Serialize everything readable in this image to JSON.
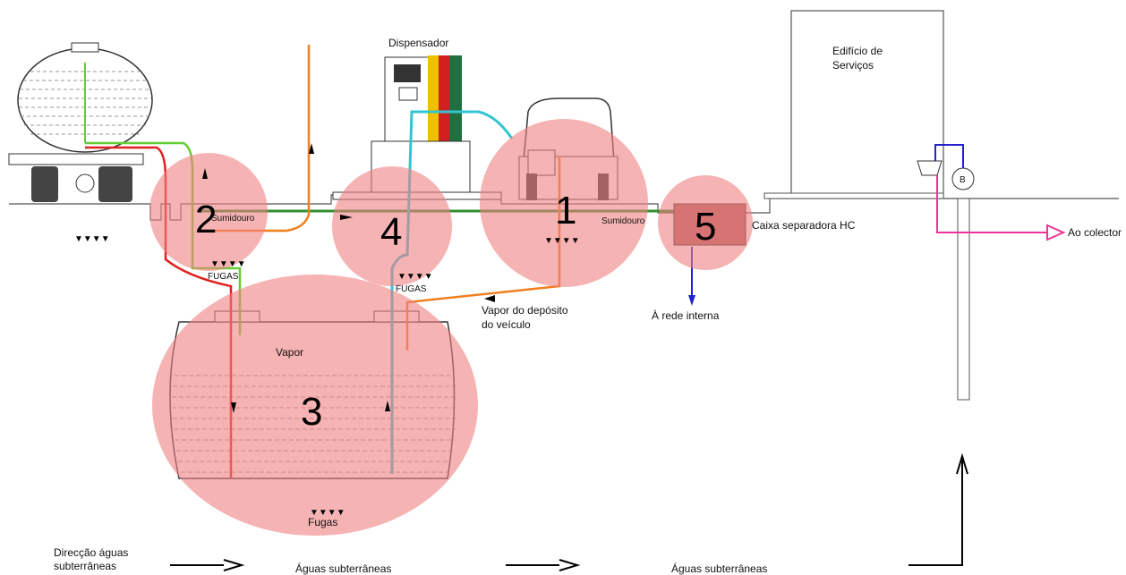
{
  "labels": {
    "dispensador": "Dispensador",
    "edificio": [
      "Edifício de",
      "Serviços"
    ],
    "sumidouro_1": "Sumidouro",
    "sumidouro_2": "Sumidouro",
    "caixa": "Caixa separadora HC",
    "ao_colector": "Ao colector",
    "rede_interna": "À rede interna",
    "fugas_1": "FUGAS",
    "fugas_2": "FUGAS",
    "fugas_3": "Fugas",
    "vapor": "Vapor",
    "vapor_deposito": [
      "Vapor do depósito",
      "do veículo"
    ],
    "direccao": [
      "Direcção águas",
      "subterrâneas"
    ],
    "aguas_1": "Águas subterrâneas",
    "aguas_2": "Águas subterrâneas",
    "bomba_letter": "B"
  },
  "zones": [
    "1",
    "2",
    "3",
    "4",
    "5"
  ],
  "colors": {
    "zone_fill": "#f08080",
    "pipe_red": "#e02020",
    "pipe_green": "#2f8f2f",
    "pipe_light_green": "#66cc33",
    "pipe_orange": "#f07f20",
    "pipe_cyan": "#33c4d4",
    "pipe_pink": "#ee3399",
    "pipe_blue": "#2222cc",
    "separator_box": "#b06060"
  }
}
